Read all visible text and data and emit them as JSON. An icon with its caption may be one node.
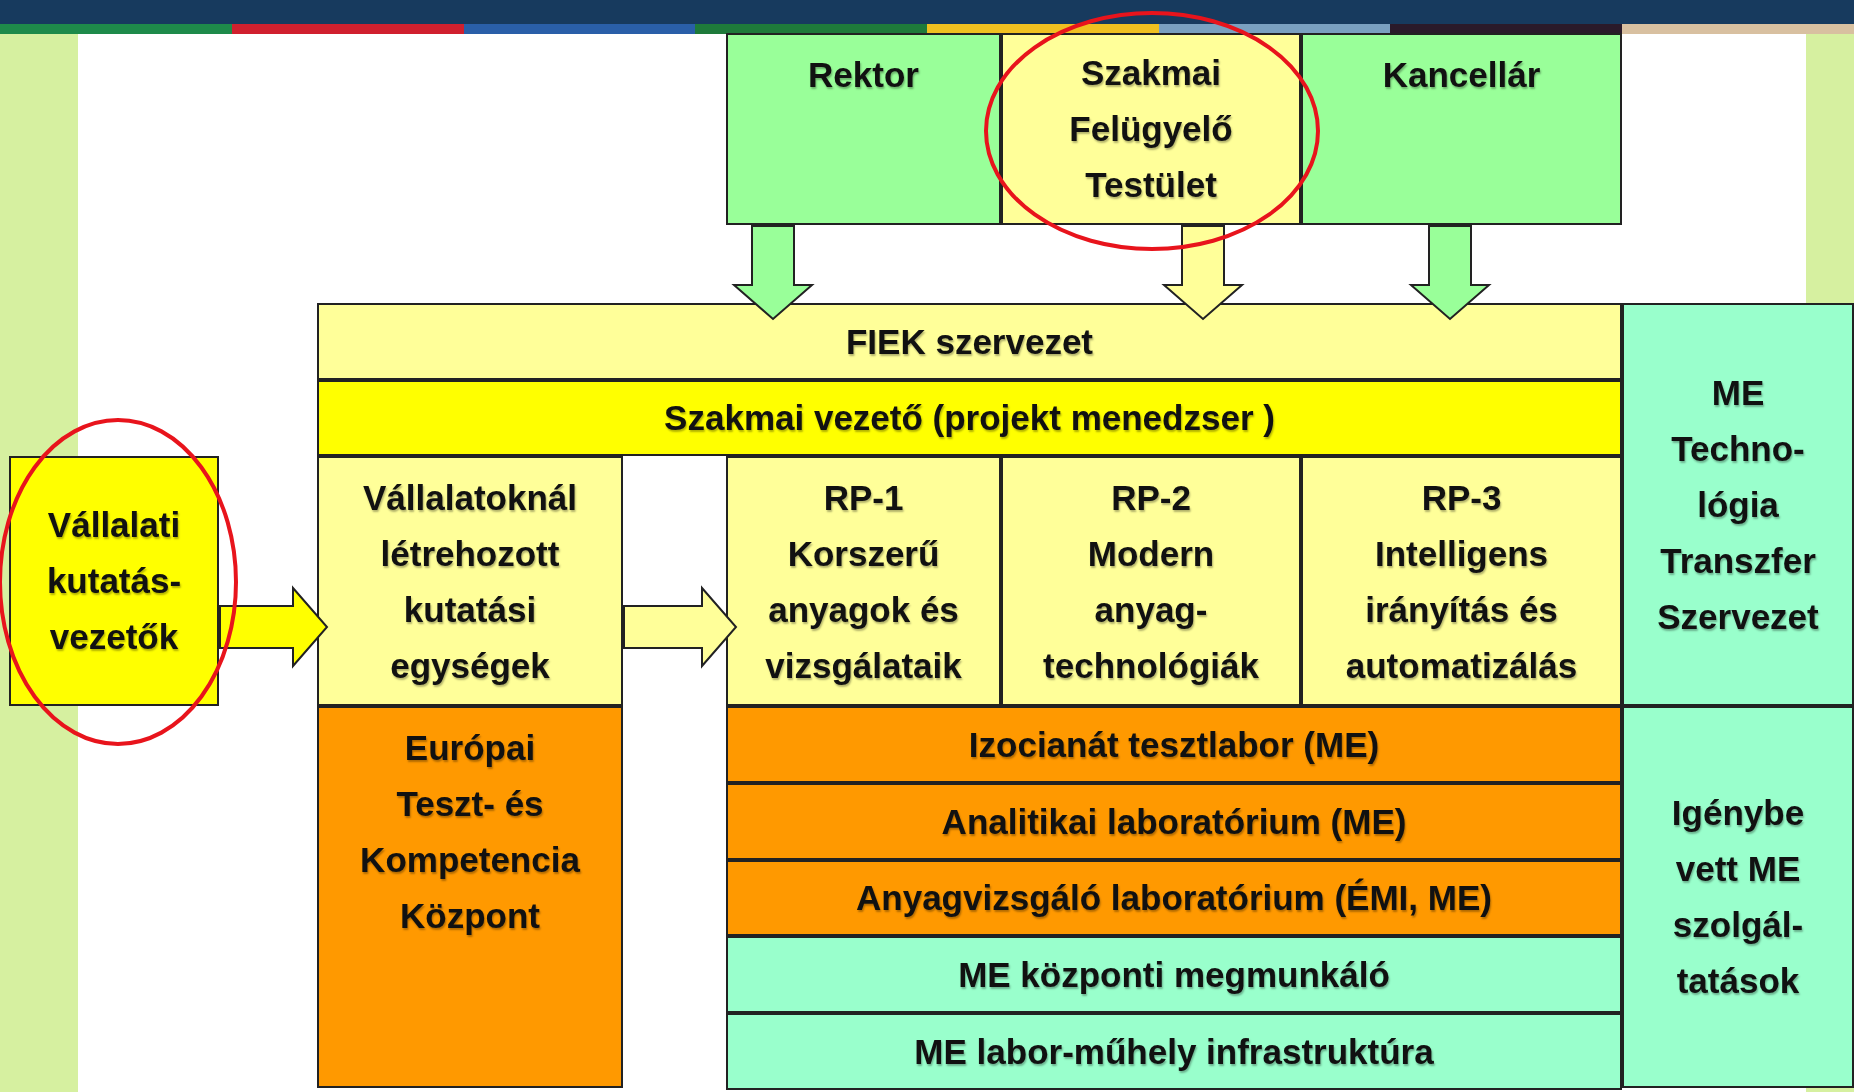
{
  "diagram": {
    "nodes": [
      {
        "text": [
          "Rektor"
        ]
      },
      {
        "text": [
          "Szakmai Felügyelő Testület"
        ]
      },
      {
        "text": [
          "Kancellár"
        ]
      },
      {
        "text": [
          "FIEK szervezet"
        ]
      },
      {
        "text": [
          "Szakmai vezető (projekt menedzser )"
        ]
      },
      {
        "text": [
          "ME Techno-lógia Transzfer Szervezet"
        ]
      },
      {
        "text": [
          "Vállalati kutatás-vezetők"
        ]
      },
      {
        "text": [
          "Vállalatoknál létrehozott kutatási egységek"
        ]
      },
      {
        "text": [
          "RP-1",
          "Korszerű anyagok és vizsgálataik"
        ]
      },
      {
        "text": [
          "RP-2",
          "Modern anyag-technológiák"
        ]
      },
      {
        "text": [
          "RP-3",
          "Intelligens irányítás és automatizálás"
        ]
      },
      {
        "text": [
          "Európai Teszt- és Kompetencia Központ"
        ]
      },
      {
        "text": [
          "Izocianát tesztlabor (ME)"
        ]
      },
      {
        "text": [
          "Analitikai laboratórium (ME)"
        ]
      },
      {
        "text": [
          "Anyagvizsgáló laboratórium (ÉMI, ME)"
        ]
      },
      {
        "text": [
          "ME központi megmunkáló"
        ]
      },
      {
        "text": [
          "ME labor-műhely infrastruktúra"
        ]
      },
      {
        "text": [
          "Igénybe vett ME szolgál-tatások"
        ]
      }
    ],
    "edges": [
      {
        "from": 0,
        "to": 3,
        "arrow": "to",
        "color": "#99ff99"
      },
      {
        "from": 1,
        "to": 3,
        "arrow": "to"
      },
      {
        "from": 2,
        "to": 3,
        "arrow": "to",
        "color": "#99ff99"
      },
      {
        "from": 6,
        "to": 7,
        "arrow": "to",
        "color": "#ffff00"
      },
      {
        "from": 7,
        "to": 8,
        "arrow": "to"
      }
    ]
  }
}
